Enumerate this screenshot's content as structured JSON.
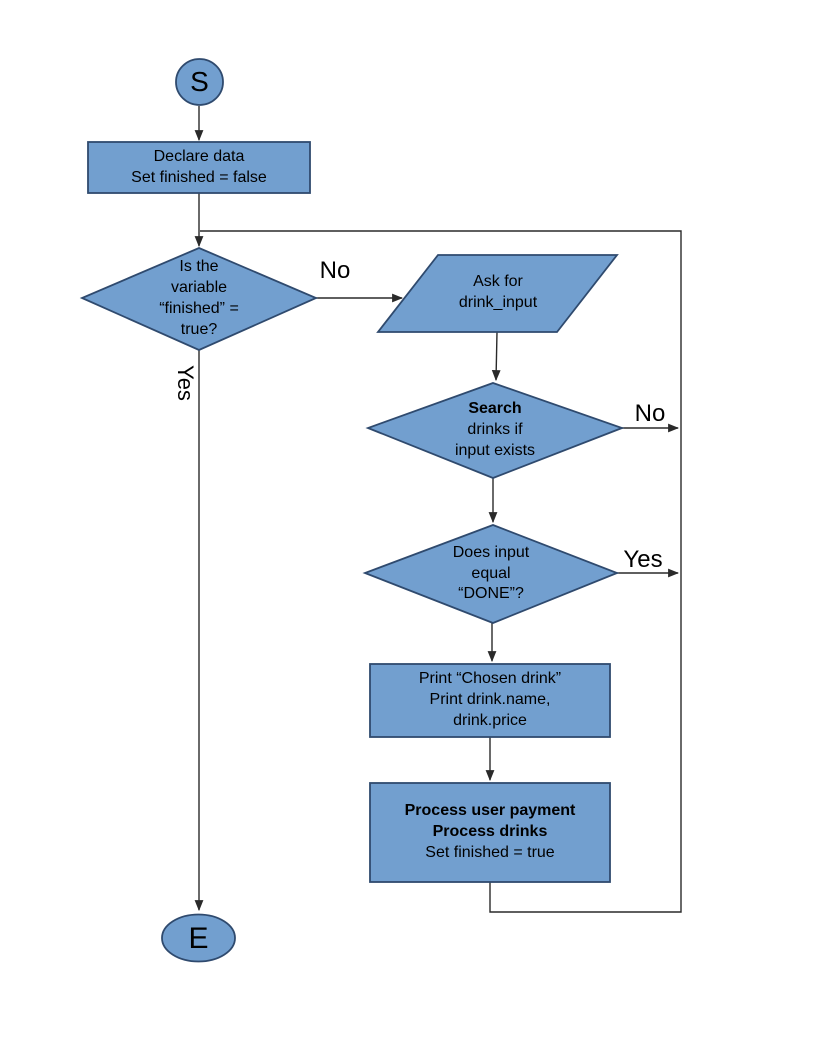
{
  "palette": {
    "shape_fill": "#729fcf",
    "shape_border": "#2f4a6e",
    "connector": "#2a2a2a",
    "text": "#000000",
    "page_bg": "#ffffff"
  },
  "diagram": {
    "type": "flowchart",
    "nodes": {
      "start": {
        "label": "S",
        "kind": "terminator"
      },
      "declare": {
        "text": "Declare data\nSet finished = false",
        "kind": "process"
      },
      "finished_check": {
        "text": "Is the\nvariable\n“finished” =\ntrue?",
        "kind": "decision"
      },
      "ask_input": {
        "text": "Ask for\ndrink_input",
        "kind": "input-output"
      },
      "search_drinks": {
        "bold_text": "Search",
        "text": "drinks if\ninput exists",
        "kind": "decision"
      },
      "done_check": {
        "text": "Does input\nequal\n“DONE”?",
        "kind": "decision"
      },
      "print_drink": {
        "text": "Print “Chosen drink”\nPrint drink.name,\ndrink.price",
        "kind": "process"
      },
      "process_payment": {
        "bold_text": "Process user payment\nProcess drinks",
        "text": "Set finished = true",
        "kind": "process"
      },
      "end": {
        "label": "E",
        "kind": "terminator"
      }
    },
    "edge_labels": {
      "finished_no": "No",
      "finished_yes": "Yes",
      "search_no": "No",
      "done_yes": "Yes"
    }
  }
}
